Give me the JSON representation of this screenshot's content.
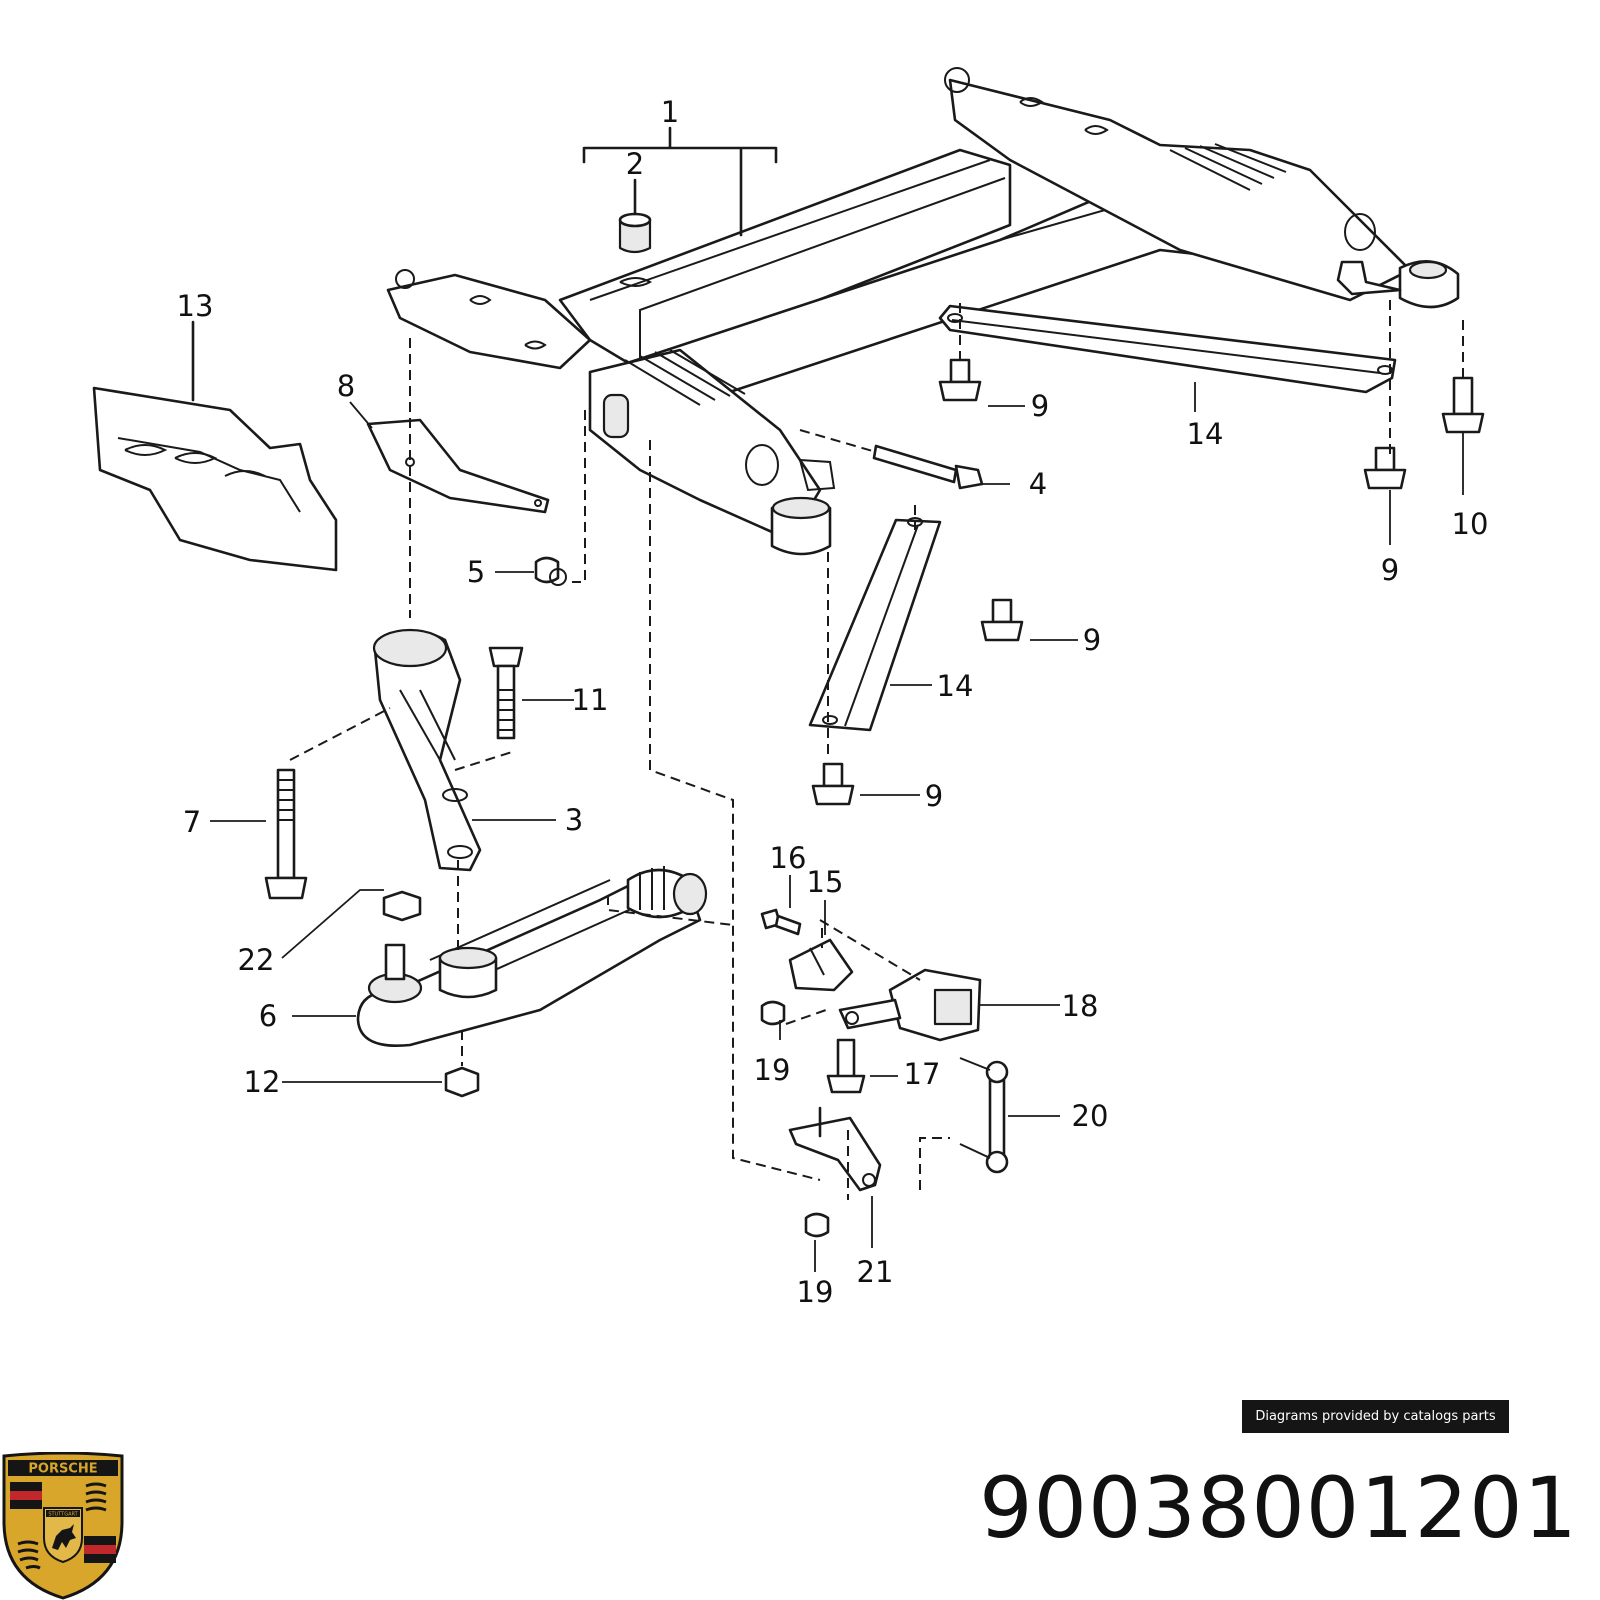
{
  "diagram": {
    "callouts": [
      "1",
      "2",
      "3",
      "4",
      "5",
      "6",
      "7",
      "8",
      "9",
      "10",
      "11",
      "12",
      "13",
      "14",
      "15",
      "16",
      "17",
      "18",
      "19",
      "20",
      "21",
      "22"
    ]
  },
  "credit": "Diagrams provided by catalogs parts",
  "part_number": "90038001201",
  "logo": {
    "brand": "PORSCHE",
    "city": "STUTTGART"
  },
  "colors": {
    "line": "#1a1a1a",
    "background": "#ffffff",
    "crest_gold": "#d8a62a",
    "crest_red": "#c0282b",
    "crest_black": "#151515"
  }
}
